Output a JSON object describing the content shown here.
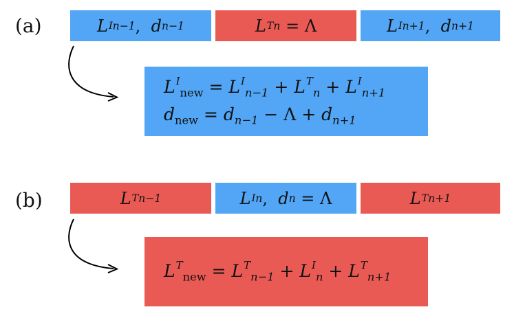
{
  "colors": {
    "insulator": "#52a6f5",
    "topological": "#ea5a55",
    "arrow": "#000000"
  },
  "panel_a": {
    "label": "(a)",
    "boxes": [
      {
        "L": "L",
        "sup": "I",
        "sub": "n−1",
        "tail_var": "d",
        "tail_sub": "n−1",
        "tail_rel": "",
        "tail_val": ""
      },
      {
        "L": "L",
        "sup": "T",
        "sub": "n",
        "rel": "=",
        "val": "Λ"
      },
      {
        "L": "L",
        "sup": "I",
        "sub": "n+1",
        "tail_var": "d",
        "tail_sub": "n+1"
      }
    ],
    "result": {
      "line1": {
        "lhs_sup": "I",
        "lhs_sub": "new",
        "eq": "=",
        "t1_sup": "I",
        "t1_sub": "n−1",
        "op1": "+",
        "t2_sup": "T",
        "t2_sub": "n",
        "op2": "+",
        "t3_sup": "I",
        "t3_sub": "n+1"
      },
      "line2": {
        "lhs": "d",
        "lhs_sub": "new",
        "eq": "=",
        "t1": "d",
        "t1_sub": "n−1",
        "op1": "−",
        "t2": "Λ",
        "op2": "+",
        "t3": "d",
        "t3_sub": "n+1"
      }
    }
  },
  "panel_b": {
    "label": "(b)",
    "boxes": [
      {
        "L": "L",
        "sup": "T",
        "sub": "n−1"
      },
      {
        "L": "L",
        "sup": "I",
        "sub": "n",
        "tail_var": "d",
        "tail_sub": "n",
        "rel": "=",
        "val": "Λ"
      },
      {
        "L": "L",
        "sup": "T",
        "sub": "n+1"
      }
    ],
    "result": {
      "line1": {
        "lhs_sup": "T",
        "lhs_sub": "new",
        "eq": "=",
        "t1_sup": "T",
        "t1_sub": "n−1",
        "op1": "+",
        "t2_sup": "I",
        "t2_sub": "n",
        "op2": "+",
        "t3_sup": "T",
        "t3_sub": "n+1"
      }
    }
  }
}
